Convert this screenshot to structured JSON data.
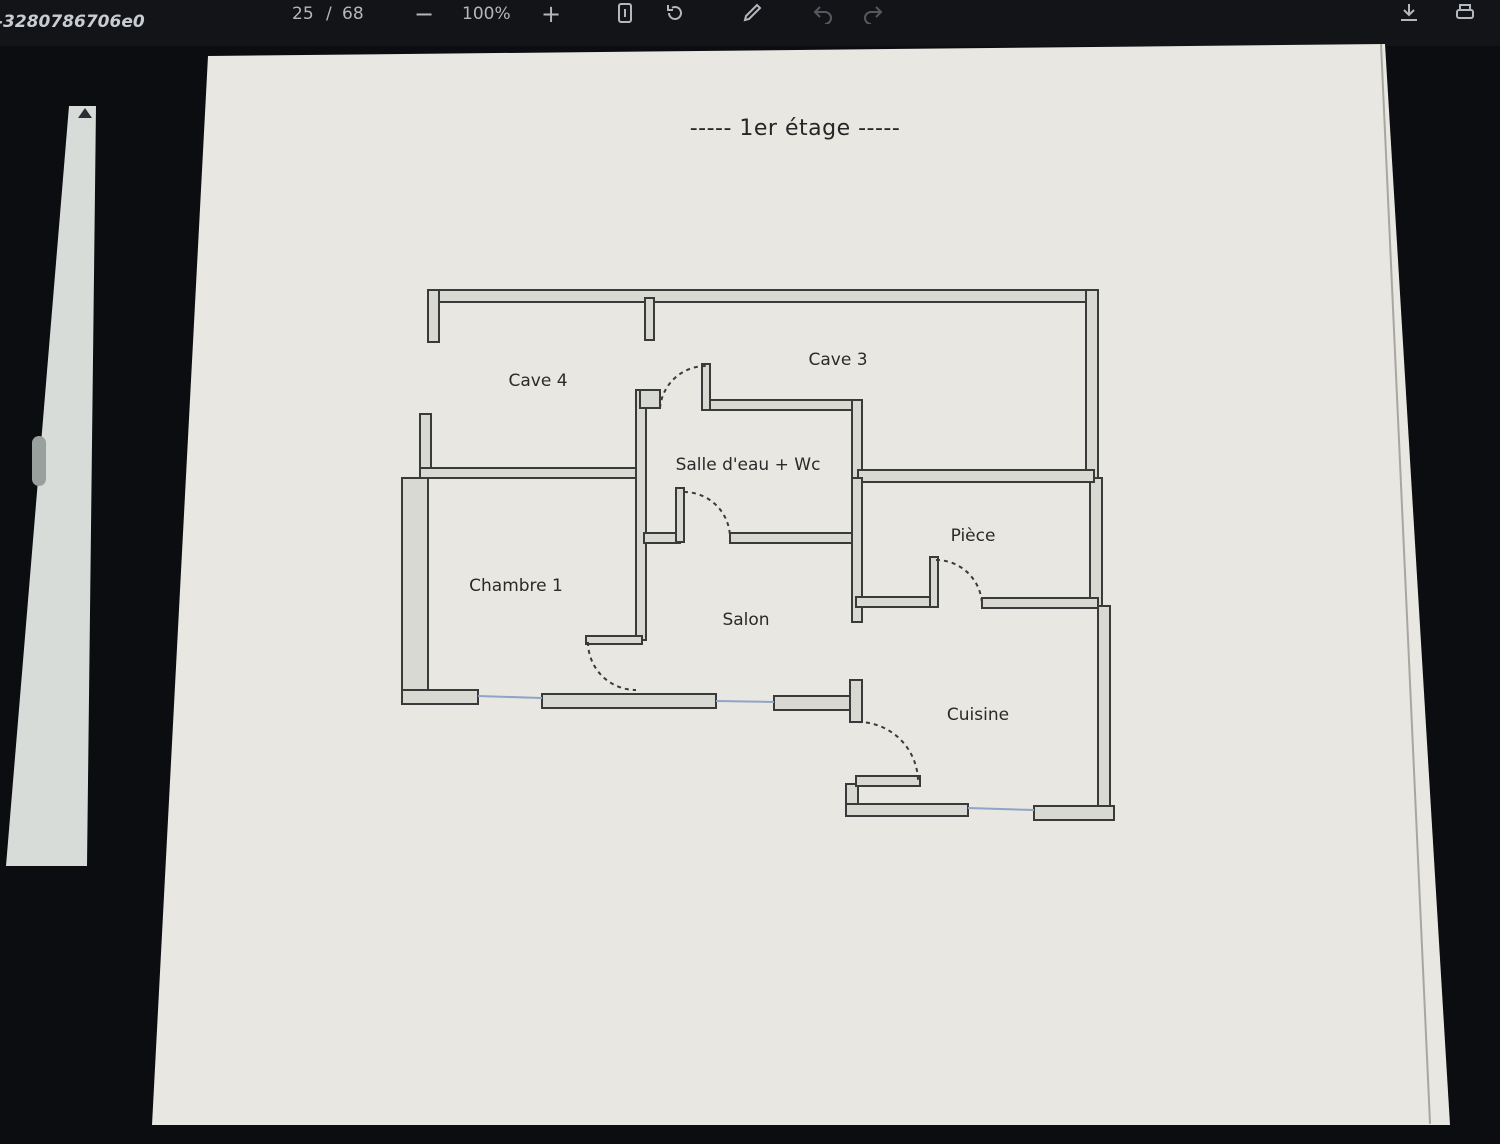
{
  "toolbar": {
    "doc_title": "-3280786706e0",
    "page_current": "25",
    "page_separator": "/",
    "page_total": "68",
    "zoom_out": "−",
    "zoom_level": "100%",
    "zoom_in": "+",
    "icons": [
      "fit-page-icon",
      "rotate-icon",
      "draw-icon",
      "undo-icon",
      "redo-icon",
      "download-icon",
      "print-icon"
    ]
  },
  "document": {
    "heading": "-----  1er étage  -----",
    "rooms": {
      "cave4": "Cave 4",
      "cave3": "Cave 3",
      "salle_deau": "Salle d'eau + Wc",
      "chambre1": "Chambre 1",
      "salon": "Salon",
      "piece": "Pièce",
      "cuisine": "Cuisine"
    }
  },
  "colors": {
    "page_background": "#e9e7e1",
    "toolbar_background": "#121417",
    "wall_fill": "#d9d9d4",
    "wall_stroke": "#3a3a3a",
    "window": "#8fa4c8"
  }
}
